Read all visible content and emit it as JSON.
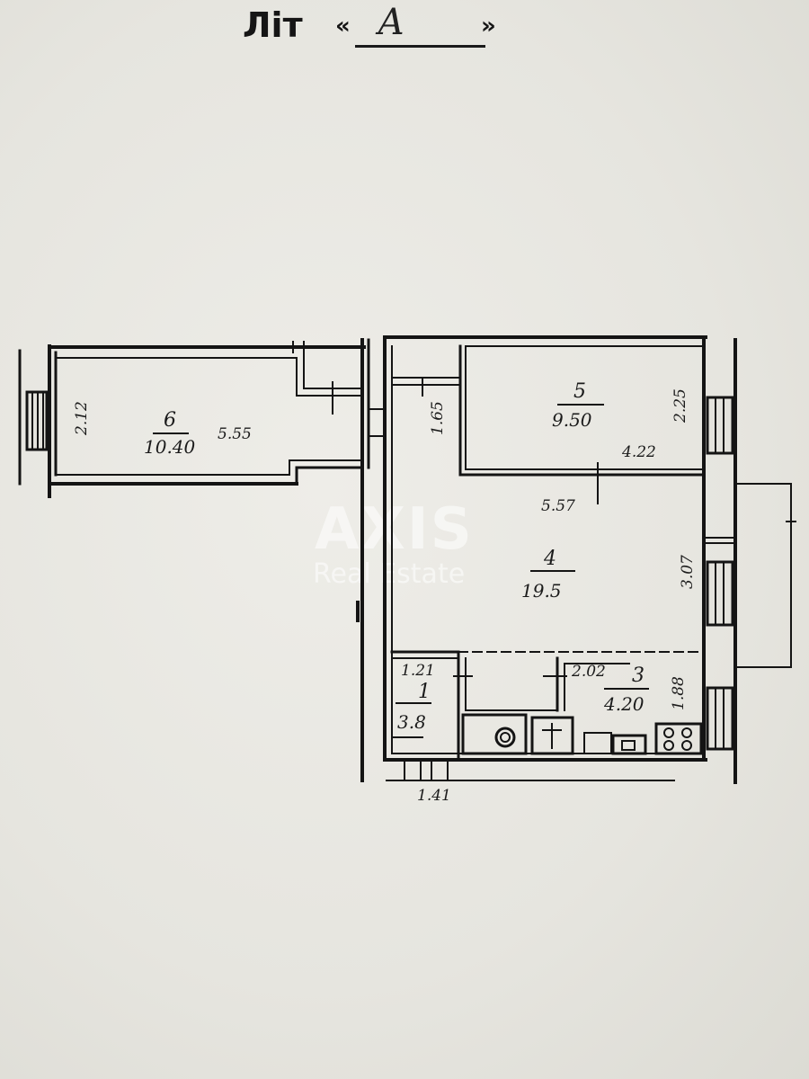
{
  "header": {
    "label": "Літ",
    "quote_open": "«",
    "value": "А",
    "quote_close": "»"
  },
  "watermark": {
    "brand": "AXIS",
    "subtitle": "Real Estate"
  },
  "rooms": [
    {
      "number": "6",
      "area": "10.40"
    },
    {
      "number": "5",
      "area": "9.50"
    },
    {
      "number": "4",
      "area": "19.5"
    },
    {
      "number": "1",
      "area": "3.8"
    },
    {
      "number": "3",
      "area": "4.20"
    }
  ],
  "dimensions": {
    "room6_height": "2.12",
    "room6_length": "5.55",
    "room5_height": "2.25",
    "room5_width": "4.22",
    "corridor_width": "1.65",
    "room4_length": "5.57",
    "room4_width": "3.07",
    "room1_width": "1.21",
    "room3_width": "2.02",
    "room3_height": "1.88",
    "entry_width": "1.41"
  }
}
